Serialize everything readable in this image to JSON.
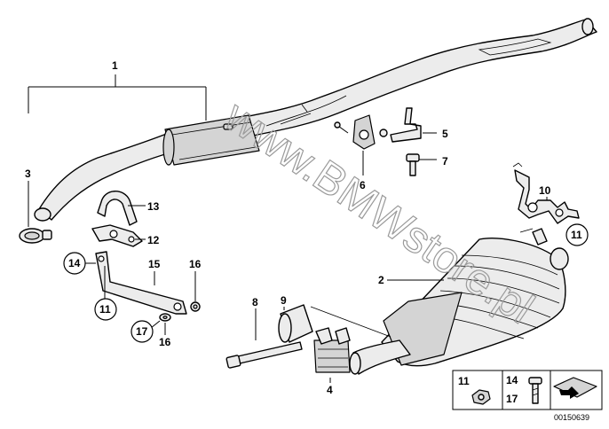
{
  "watermark": "www.BMWstore.pl",
  "diagram_id": "00150639",
  "callouts": {
    "c1": "1",
    "c2": "2",
    "c3": "3",
    "c4": "4",
    "c5": "5",
    "c6": "6",
    "c7": "7",
    "c8": "8",
    "c9": "9",
    "c10": "10",
    "c11a": "11",
    "c11b": "11",
    "c12": "12",
    "c13": "13",
    "c14": "14",
    "c15": "15",
    "c16a": "16",
    "c16b": "16",
    "c17": "17"
  },
  "legend": {
    "item_a": "11",
    "item_b": "14",
    "item_c": "17"
  }
}
